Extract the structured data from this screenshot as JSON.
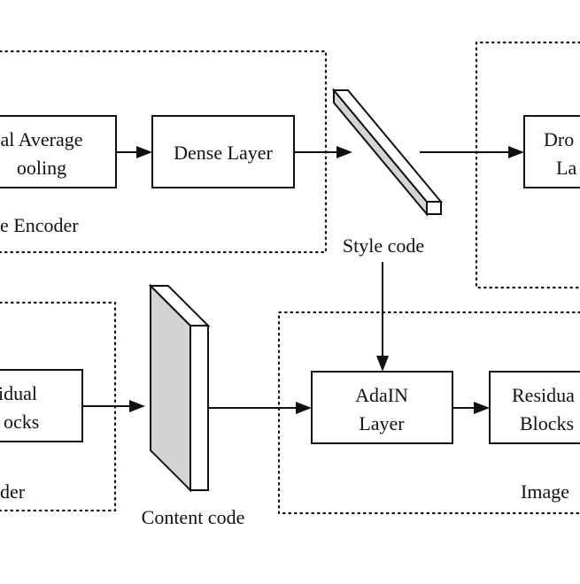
{
  "colors": {
    "stroke": "#111111",
    "background": "#ffffff",
    "code_front": "#d4d4d4",
    "code_side": "#ffffff"
  },
  "style_encoder": {
    "label": "e Encoder",
    "pooling_line1": "al Average",
    "pooling_line2": "ooling",
    "dense": "Dense Layer"
  },
  "style_code": {
    "label": "Style code"
  },
  "dropout": {
    "line1": "Dro",
    "line2": "La"
  },
  "content_encoder": {
    "label": "der",
    "residual_line1": "idual",
    "residual_line2": "ocks"
  },
  "content_code": {
    "label": "Content code"
  },
  "generator": {
    "label": "Image",
    "adain_line1": "AdaIN",
    "adain_line2": "Layer",
    "residual_line1": "Residua",
    "residual_line2": "Blocks"
  }
}
